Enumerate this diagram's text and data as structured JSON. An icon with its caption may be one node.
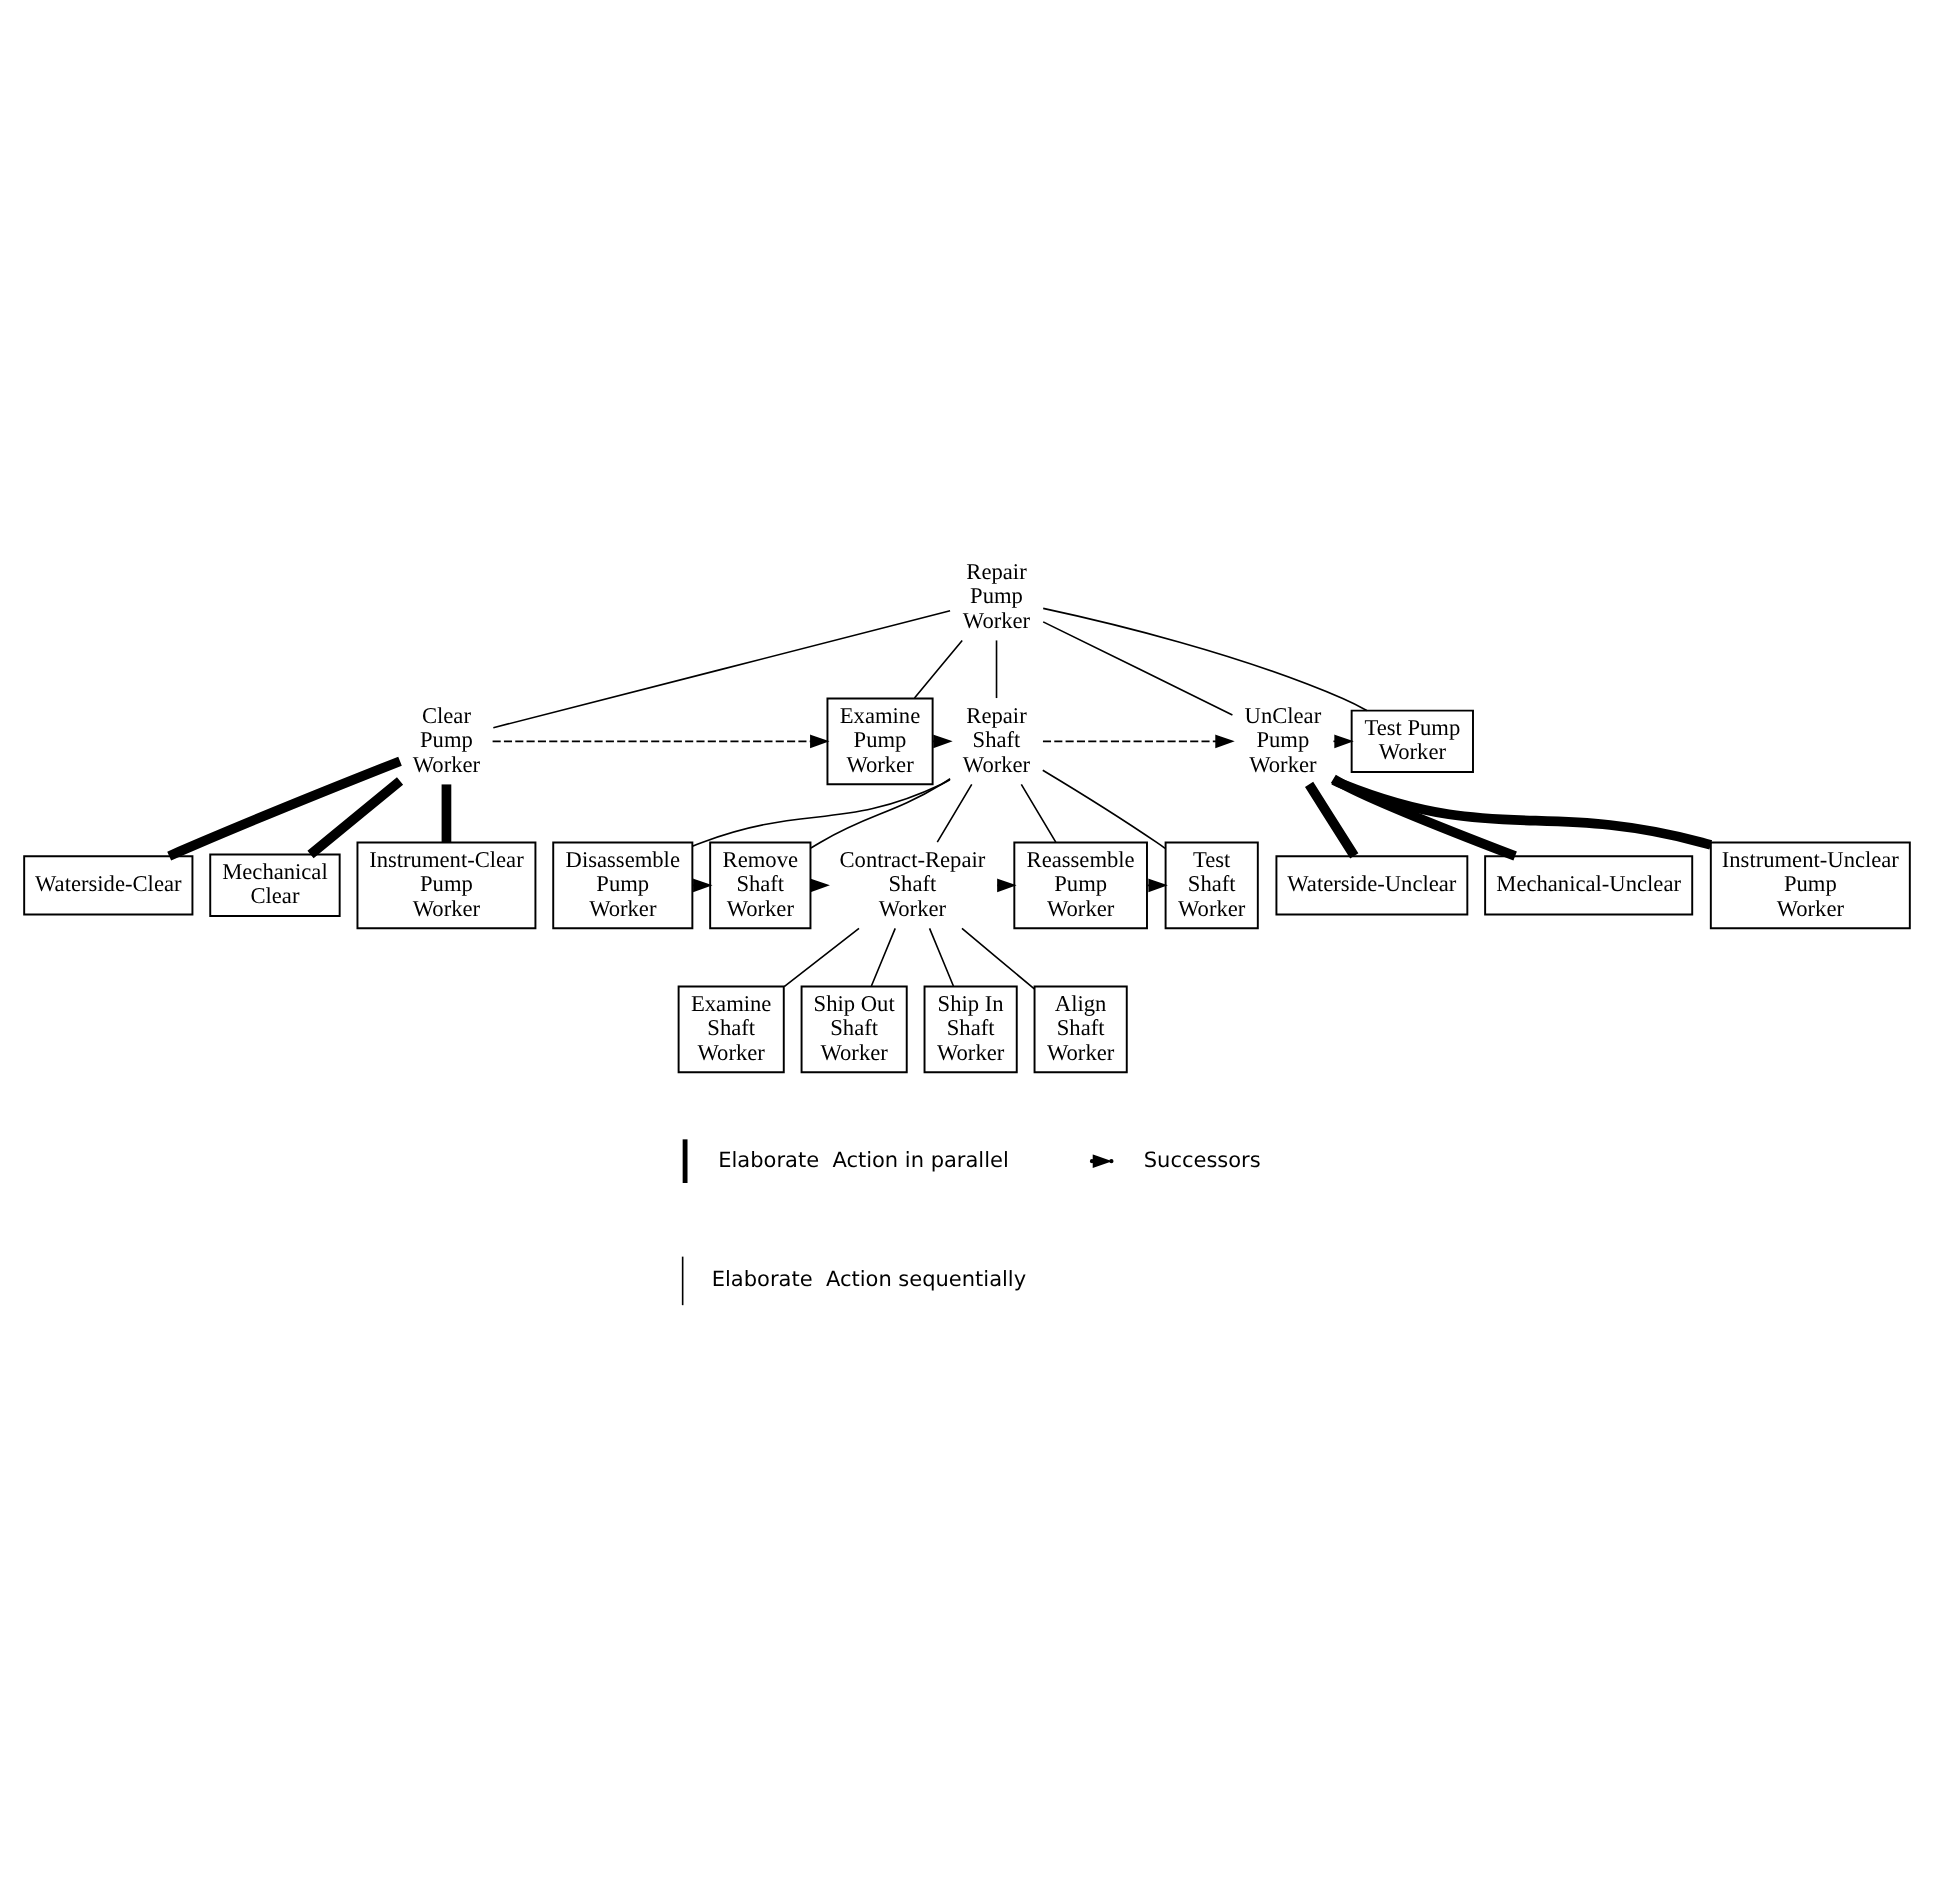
{
  "diagram": {
    "nodes": [
      {
        "text": [
          "Repair Pump Worker"
        ]
      },
      {
        "text": [
          "Clear Pump Worker"
        ]
      },
      {
        "text": [
          "Examine Pump Worker"
        ]
      },
      {
        "text": [
          "Repair Shaft Worker"
        ]
      },
      {
        "text": [
          "UnClear Pump Worker"
        ]
      },
      {
        "text": [
          "Test Pump Worker"
        ]
      },
      {
        "text": [
          "Waterside-Clear"
        ]
      },
      {
        "text": [
          "Mechanical Clear"
        ]
      },
      {
        "text": [
          "Instrument-Clear Pump Worker"
        ]
      },
      {
        "text": [
          "Waterside-Unclear"
        ]
      },
      {
        "text": [
          "Mechanical-Unclear"
        ]
      },
      {
        "text": [
          "Instrument-Unclear Pump Worker"
        ]
      },
      {
        "text": [
          "Disassemble Pump Worker"
        ]
      },
      {
        "text": [
          "Remove Shaft Worker"
        ]
      },
      {
        "text": [
          "Contract-Repair Shaft Worker"
        ]
      },
      {
        "text": [
          "Reassemble Pump Worker"
        ]
      },
      {
        "text": [
          "Test Shaft Worker"
        ]
      },
      {
        "text": [
          "Examine Shaft Worker"
        ]
      },
      {
        "text": [
          "Ship Out Shaft Worker"
        ]
      },
      {
        "text": [
          "Ship In Shaft Worker"
        ]
      },
      {
        "text": [
          "Align Shaft Worker"
        ]
      }
    ],
    "edges": [
      {
        "from": 0,
        "to": 1,
        "arrow": "none"
      },
      {
        "from": 0,
        "to": 2,
        "arrow": "none"
      },
      {
        "from": 0,
        "to": 3,
        "arrow": "none"
      },
      {
        "from": 0,
        "to": 4,
        "arrow": "none"
      },
      {
        "from": 0,
        "to": 5,
        "arrow": "none"
      },
      {
        "from": 1,
        "to": 2,
        "arrow": "to",
        "style": "dashed"
      },
      {
        "from": 2,
        "to": 3,
        "arrow": "to",
        "style": "dashed"
      },
      {
        "from": 3,
        "to": 4,
        "arrow": "to",
        "style": "dashed"
      },
      {
        "from": 4,
        "to": 5,
        "arrow": "to",
        "style": "dashed"
      },
      {
        "from": 1,
        "to": 6,
        "arrow": "none",
        "style": "thick"
      },
      {
        "from": 1,
        "to": 7,
        "arrow": "none",
        "style": "thick"
      },
      {
        "from": 1,
        "to": 8,
        "arrow": "none",
        "style": "thick"
      },
      {
        "from": 4,
        "to": 9,
        "arrow": "none",
        "style": "thick"
      },
      {
        "from": 4,
        "to": 10,
        "arrow": "none",
        "style": "thick"
      },
      {
        "from": 4,
        "to": 11,
        "arrow": "none",
        "style": "thick"
      },
      {
        "from": 3,
        "to": 12,
        "arrow": "none"
      },
      {
        "from": 3,
        "to": 13,
        "arrow": "none"
      },
      {
        "from": 3,
        "to": 14,
        "arrow": "none"
      },
      {
        "from": 3,
        "to": 15,
        "arrow": "none"
      },
      {
        "from": 3,
        "to": 16,
        "arrow": "none"
      },
      {
        "from": 12,
        "to": 13,
        "arrow": "to",
        "style": "dashed"
      },
      {
        "from": 13,
        "to": 14,
        "arrow": "to",
        "style": "dashed"
      },
      {
        "from": 14,
        "to": 15,
        "arrow": "to",
        "style": "dashed"
      },
      {
        "from": 15,
        "to": 16,
        "arrow": "to",
        "style": "dashed"
      },
      {
        "from": 14,
        "to": 17,
        "arrow": "none"
      },
      {
        "from": 14,
        "to": 18,
        "arrow": "none"
      },
      {
        "from": 14,
        "to": 19,
        "arrow": "none"
      },
      {
        "from": 14,
        "to": 20,
        "arrow": "none"
      }
    ],
    "legend": [
      {
        "text": "Elaborate  Action in parallel"
      },
      {
        "text": "Elaborate  Action sequentially"
      },
      {
        "text": "Successors"
      }
    ]
  }
}
